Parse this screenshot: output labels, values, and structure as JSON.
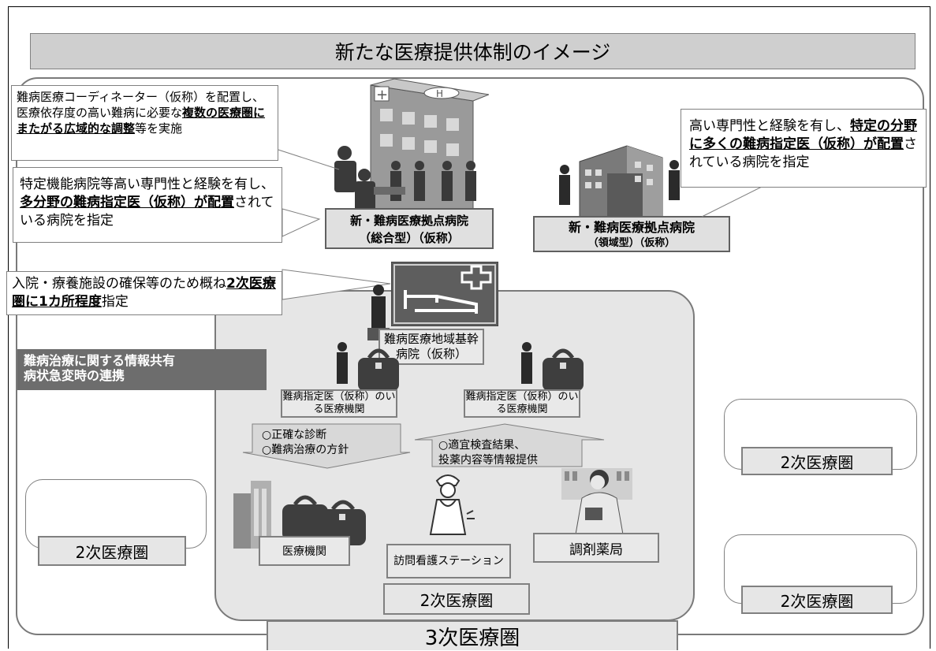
{
  "title": "新たな医療提供体制のイメージ",
  "callouts": {
    "coordinator": {
      "pre": "難病医療コーディネーター（仮称）を配置し、医療依存度の高い難病に必要な",
      "bold": "複数の医療圏にまたがる広域的な調整",
      "post": "等を実施"
    },
    "general": {
      "pre": "特定機能病院等高い専門性と経験を有し、",
      "bold": "多分野の難病指定医（仮称）が配置",
      "post": "されている病院を指定"
    },
    "regional": {
      "pre": "高い専門性と経験を有し、",
      "bold": "特定の分野に多くの難病指定医（仮称）が配置",
      "post": "されている病院を指定"
    },
    "base": {
      "pre": "入院・療養施設の確保等のため概ね",
      "bold": "2次医療圏に1カ所程度",
      "post": "指定"
    }
  },
  "hospitals": {
    "general_line1": "新・難病医療拠点病院",
    "general_line2": "（総合型）（仮称）",
    "regional_line1": "新・難病医療拠点病院",
    "regional_line2": "（領域型）（仮称）"
  },
  "base_hospital": "難病医療地域基幹病院（仮称）",
  "designated_left": "難病指定医（仮称）のいる医療機関",
  "designated_right": "難病指定医（仮称）のいる医療機関",
  "info_share": {
    "line1": "難病治療に関する情報共有",
    "line2": "病状急変時の連携"
  },
  "arrow_down": {
    "line1": "○正確な診断",
    "line2": "○難病治療の方針"
  },
  "arrow_up": {
    "line1": "○適宜検査結果、",
    "line2": "投薬内容等情報提供"
  },
  "facilities": {
    "clinic": "医療機関",
    "nursing": "訪問看護ステーション",
    "pharmacy": "調剤薬局"
  },
  "regions": {
    "secondary": "2次医療圏",
    "tertiary": "3次医療圏"
  },
  "icons": [
    "hospital-building-icon",
    "doctor-figure-icon",
    "hospital-bed-icon",
    "medical-bag-icon",
    "nurse-icon",
    "pharmacist-icon"
  ]
}
